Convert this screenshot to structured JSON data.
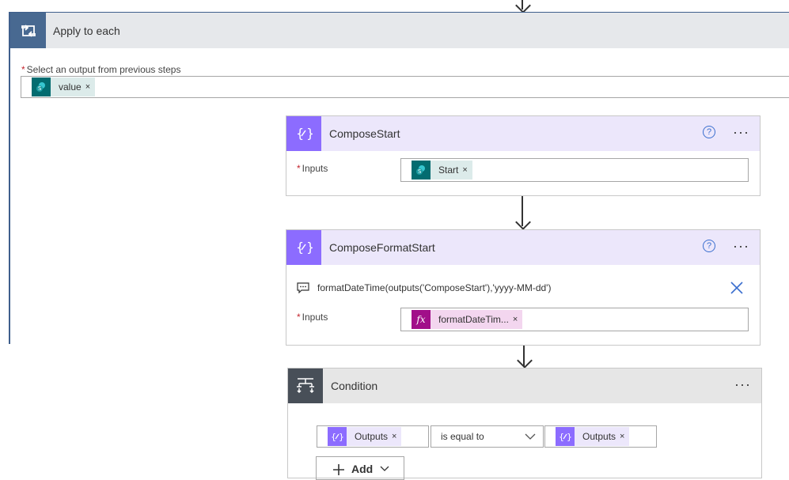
{
  "apply_to_each": {
    "title": "Apply to each",
    "select_label": "Select an output from previous steps",
    "token": {
      "label": "value",
      "remove": "×",
      "icon": "sharepoint-icon"
    }
  },
  "compose_start": {
    "title": "ComposeStart",
    "help": "?",
    "more": "···",
    "inputs_label": "Inputs",
    "token": {
      "label": "Start",
      "remove": "×",
      "icon": "sharepoint-icon"
    }
  },
  "compose_format_start": {
    "title": "ComposeFormatStart",
    "help": "?",
    "more": "···",
    "expression": "formatDateTime(outputs('ComposeStart'),'yyyy-MM-dd')",
    "inputs_label": "Inputs",
    "token": {
      "label": "formatDateTim...",
      "remove": "×",
      "icon_text": "fx"
    }
  },
  "condition": {
    "title": "Condition",
    "more": "···",
    "left_token": {
      "label": "Outputs",
      "remove": "×"
    },
    "operator": "is equal to",
    "right_token": {
      "label": "Outputs",
      "remove": "×"
    },
    "add_label": "Add"
  },
  "colors": {
    "loop_header": "#486991",
    "compose": "#8c6cff",
    "condition": "#484f58",
    "sharepoint": "#036c70",
    "expression": "#a10f89"
  }
}
